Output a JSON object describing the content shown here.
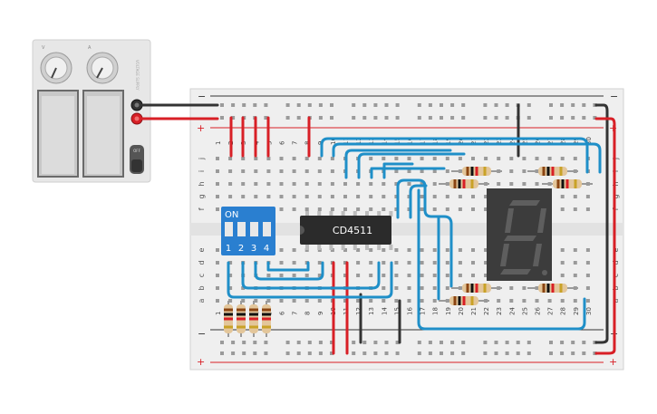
{
  "power_supply": {
    "knob_v_label": "V",
    "knob_a_label": "A",
    "brand_label": "VOLTAGE SUPPLY",
    "switch_label": "OFF"
  },
  "breadboard": {
    "rail_minus": "−",
    "rail_plus": "+",
    "row_letters_top": [
      "j",
      "i",
      "h",
      "g",
      "f"
    ],
    "row_letters_bottom": [
      "e",
      "d",
      "c",
      "b",
      "a"
    ],
    "column_numbers": [
      "1",
      "2",
      "3",
      "4",
      "5",
      "6",
      "7",
      "8",
      "9",
      "10",
      "11",
      "12",
      "13",
      "14",
      "15",
      "16",
      "17",
      "18",
      "19",
      "20",
      "21",
      "22",
      "23",
      "24",
      "25",
      "26",
      "27",
      "28",
      "29",
      "30"
    ]
  },
  "dip_switch": {
    "on_label": "ON",
    "switch_numbers": [
      "1",
      "2",
      "3",
      "4"
    ]
  },
  "ic": {
    "label": "CD4511"
  },
  "display": {
    "digit": "8"
  },
  "colors": {
    "wire_blue": "#1f8fc8",
    "wire_red": "#d81f26",
    "wire_black": "#333333",
    "board": "#efefef",
    "dip_switch": "#2a7fd0",
    "ic_body": "#2b2b2b",
    "display_body": "#3c3c3c"
  }
}
